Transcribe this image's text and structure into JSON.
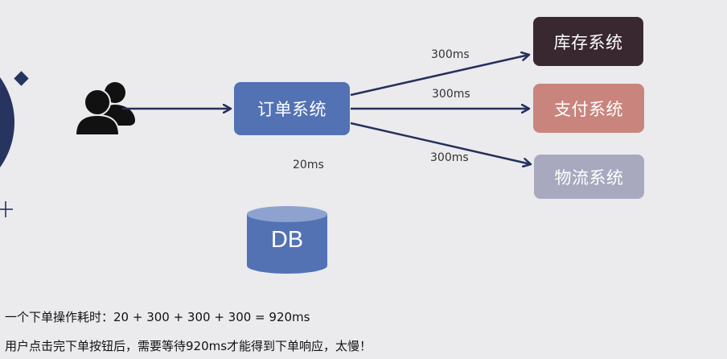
{
  "diagram": {
    "nodes": {
      "order": "订单系统",
      "inventory": "库存系统",
      "payment": "支付系统",
      "logistics": "物流系统",
      "db": "DB"
    },
    "latencies": {
      "inventory": "300ms",
      "payment": "300ms",
      "logistics": "300ms",
      "db": "20ms"
    },
    "colors": {
      "order": "#5272b4",
      "inventory": "#3a2831",
      "payment": "#c9857d",
      "logistics": "#a8a9bf",
      "db": "#5272b4",
      "arrow": "#25315c",
      "users_icon": "#111111"
    },
    "icons": {
      "users": "users-icon",
      "diamond": "diamond-icon",
      "plus": "plus-icon"
    }
  },
  "notes": {
    "line1": "一个下单操作耗时：20 + 300 + 300 + 300 = 920ms",
    "line2": "用户点击完下单按钮后，需要等待920ms才能得到下单响应，太慢！"
  }
}
